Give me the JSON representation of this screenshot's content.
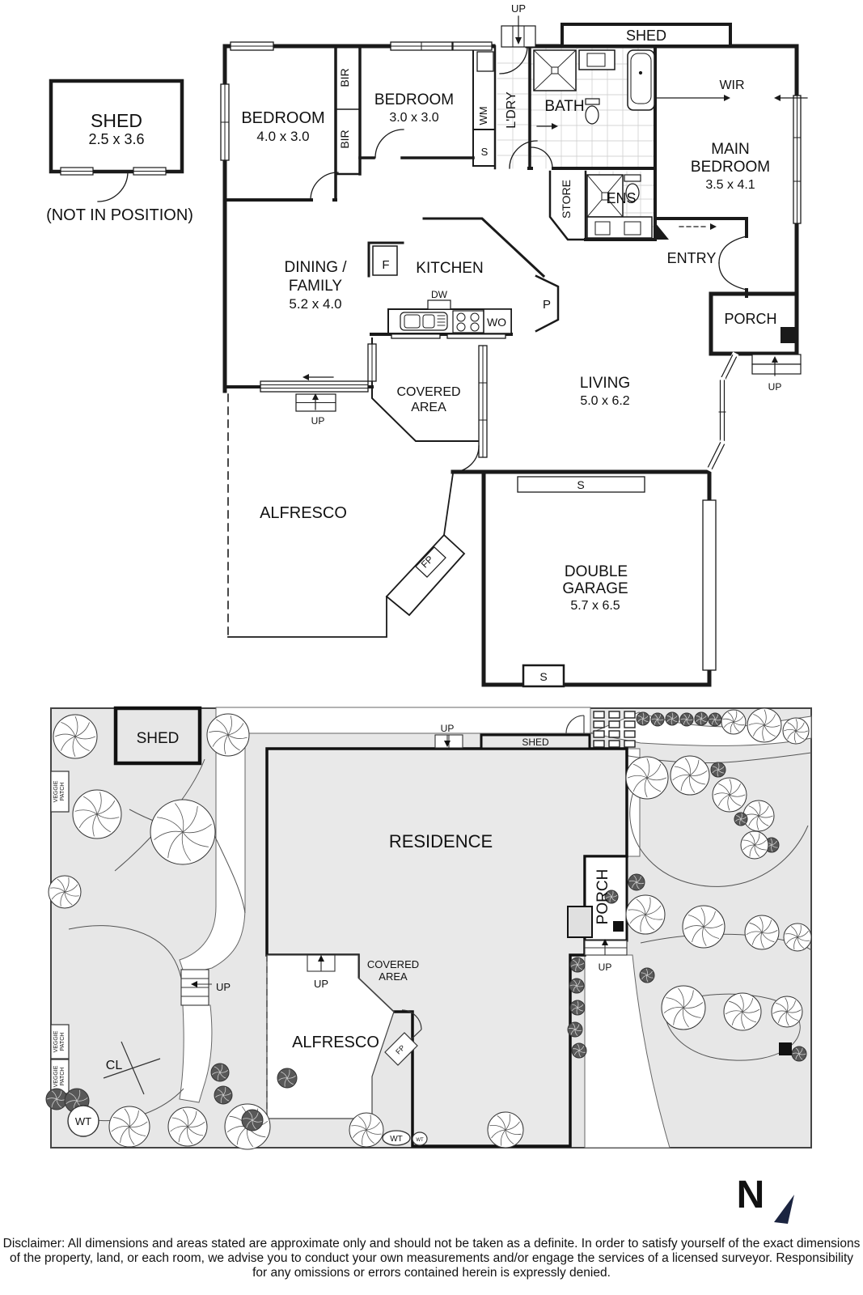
{
  "floor_plan": {
    "detached_shed": {
      "label": "SHED",
      "dims": "2.5 x 3.6",
      "note": "(NOT IN POSITION)"
    },
    "attached_shed_label": "SHED",
    "rooms": {
      "bedroom_2": {
        "label": "BEDROOM",
        "dims": "4.0 x 3.0"
      },
      "bedroom_3": {
        "label": "BEDROOM",
        "dims": "3.0 x 3.0"
      },
      "main_bedroom": {
        "label_1": "MAIN",
        "label_2": "BEDROOM",
        "dims": "3.5 x 4.1"
      },
      "dining_family": {
        "label_1": "DINING /",
        "label_2": "FAMILY",
        "dims": "5.2 x 4.0"
      },
      "kitchen": {
        "label": "KITCHEN"
      },
      "living": {
        "label": "LIVING",
        "dims": "5.0 x 6.2"
      },
      "double_garage": {
        "label_1": "DOUBLE",
        "label_2": "GARAGE",
        "dims": "5.7 x 6.5"
      },
      "bath": {
        "label": "BATH"
      },
      "ens": {
        "label": "ENS"
      },
      "store": {
        "label": "STORE"
      },
      "wir": {
        "label": "WIR"
      },
      "laundry": {
        "label": "L'DRY"
      },
      "entry": {
        "label": "ENTRY"
      },
      "porch": {
        "label": "PORCH"
      },
      "covered_area": {
        "label_1": "COVERED",
        "label_2": "AREA"
      },
      "alfresco": {
        "label": "ALFRESCO"
      }
    },
    "fixtures": {
      "bir": "BIR",
      "wm": "WM",
      "single_s": "S",
      "fridge": "F",
      "dishwasher": "DW",
      "wall_oven": "WO",
      "pantry": "P",
      "fireplace": "FP",
      "up": "UP"
    }
  },
  "site_plan": {
    "shed": "SHED",
    "attached_shed": "SHED",
    "residence": "RESIDENCE",
    "porch": "PORCH",
    "covered_area_1": "COVERED",
    "covered_area_2": "AREA",
    "alfresco": "ALFRESCO",
    "veggie_patch_1": "VEGGIE",
    "veggie_patch_2": "PATCH",
    "clothesline": "CL",
    "water_tank": "WT",
    "up": "UP",
    "fireplace": "FP",
    "trees": [
      [
        93,
        910,
        27,
        "t"
      ],
      [
        282,
        908,
        26,
        "t"
      ],
      [
        120,
        1006,
        30,
        "t"
      ],
      [
        226,
        1028,
        40,
        "t"
      ],
      [
        80,
        1102,
        20,
        "t"
      ],
      [
        70,
        1358,
        13,
        "s"
      ],
      [
        95,
        1360,
        15,
        "s"
      ],
      [
        160,
        1392,
        25,
        "t"
      ],
      [
        232,
        1392,
        24,
        "t"
      ],
      [
        306,
        1392,
        28,
        "t"
      ],
      [
        272,
        1325,
        11,
        "s"
      ],
      [
        276,
        1353,
        11,
        "s"
      ],
      [
        312,
        1384,
        13,
        "s"
      ],
      [
        355,
        1332,
        12,
        "s"
      ],
      [
        453,
        1396,
        21,
        "t"
      ],
      [
        625,
        1396,
        22,
        "t"
      ],
      [
        795,
        888,
        8,
        "s"
      ],
      [
        813,
        889,
        8,
        "s"
      ],
      [
        831,
        888,
        8,
        "s"
      ],
      [
        849,
        889,
        8,
        "s"
      ],
      [
        867,
        888,
        8,
        "s"
      ],
      [
        884,
        889,
        8,
        "s"
      ],
      [
        907,
        892,
        15,
        "t"
      ],
      [
        945,
        896,
        21,
        "t"
      ],
      [
        984,
        903,
        16,
        "t"
      ],
      [
        800,
        961,
        26,
        "t"
      ],
      [
        853,
        958,
        24,
        "t"
      ],
      [
        888,
        951,
        9,
        "s"
      ],
      [
        902,
        982,
        21,
        "t"
      ],
      [
        938,
        1008,
        19,
        "t"
      ],
      [
        916,
        1012,
        8,
        "s"
      ],
      [
        954,
        1044,
        9,
        "s"
      ],
      [
        933,
        1044,
        17,
        "t"
      ],
      [
        787,
        1090,
        10,
        "s"
      ],
      [
        798,
        1130,
        24,
        "t"
      ],
      [
        756,
        1108,
        8,
        "s"
      ],
      [
        870,
        1145,
        26,
        "t"
      ],
      [
        942,
        1152,
        21,
        "t"
      ],
      [
        986,
        1158,
        17,
        "t"
      ],
      [
        800,
        1205,
        9,
        "s"
      ],
      [
        845,
        1245,
        27,
        "t"
      ],
      [
        918,
        1250,
        23,
        "t"
      ],
      [
        973,
        1250,
        19,
        "t"
      ],
      [
        988,
        1302,
        9,
        "s"
      ],
      [
        714,
        1192,
        9,
        "s"
      ],
      [
        713,
        1218,
        9,
        "s"
      ],
      [
        714,
        1245,
        9,
        "s"
      ],
      [
        711,
        1272,
        9,
        "s"
      ],
      [
        716,
        1298,
        9,
        "s"
      ]
    ]
  },
  "north_label": "N",
  "disclaimer": {
    "line_1": "Disclaimer: All dimensions and areas stated are approximate only and should not be taken as a definite. In order to satisfy yourself of the exact dimensions",
    "line_2": "of the property, land, or each room, we advise you to conduct your own measurements and/or engage the services of a licensed surveyor. Responsibility",
    "line_3": "for any omissions or errors contained herein is expressly denied."
  },
  "colors": {
    "wall": "#1a1a1a",
    "site_bg": "#e7e7e7",
    "residence_fill": "#e9e9e9",
    "path_white": "#ffffff",
    "navy": "#1b2440",
    "shrub_fill": "#555555"
  }
}
